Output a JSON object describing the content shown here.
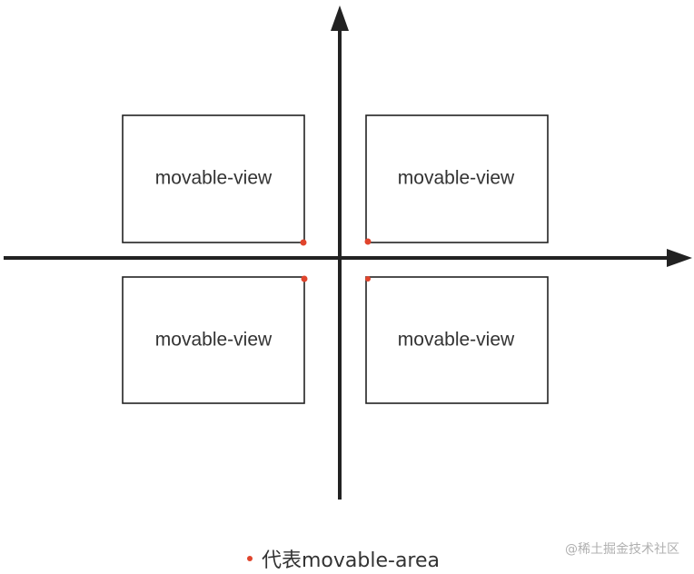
{
  "diagram": {
    "boxes": [
      {
        "id": "top-left",
        "label": "movable-view"
      },
      {
        "id": "top-right",
        "label": "movable-view"
      },
      {
        "id": "bottom-left",
        "label": "movable-view"
      },
      {
        "id": "bottom-right",
        "label": "movable-view"
      }
    ]
  },
  "legend": {
    "text": "代表movable-area"
  },
  "watermark": {
    "text": "@稀土掘金技术社区"
  },
  "colors": {
    "axis": "#222222",
    "box_border": "#222222",
    "anchor_dot": "#e0442c",
    "label_text": "#333333"
  }
}
